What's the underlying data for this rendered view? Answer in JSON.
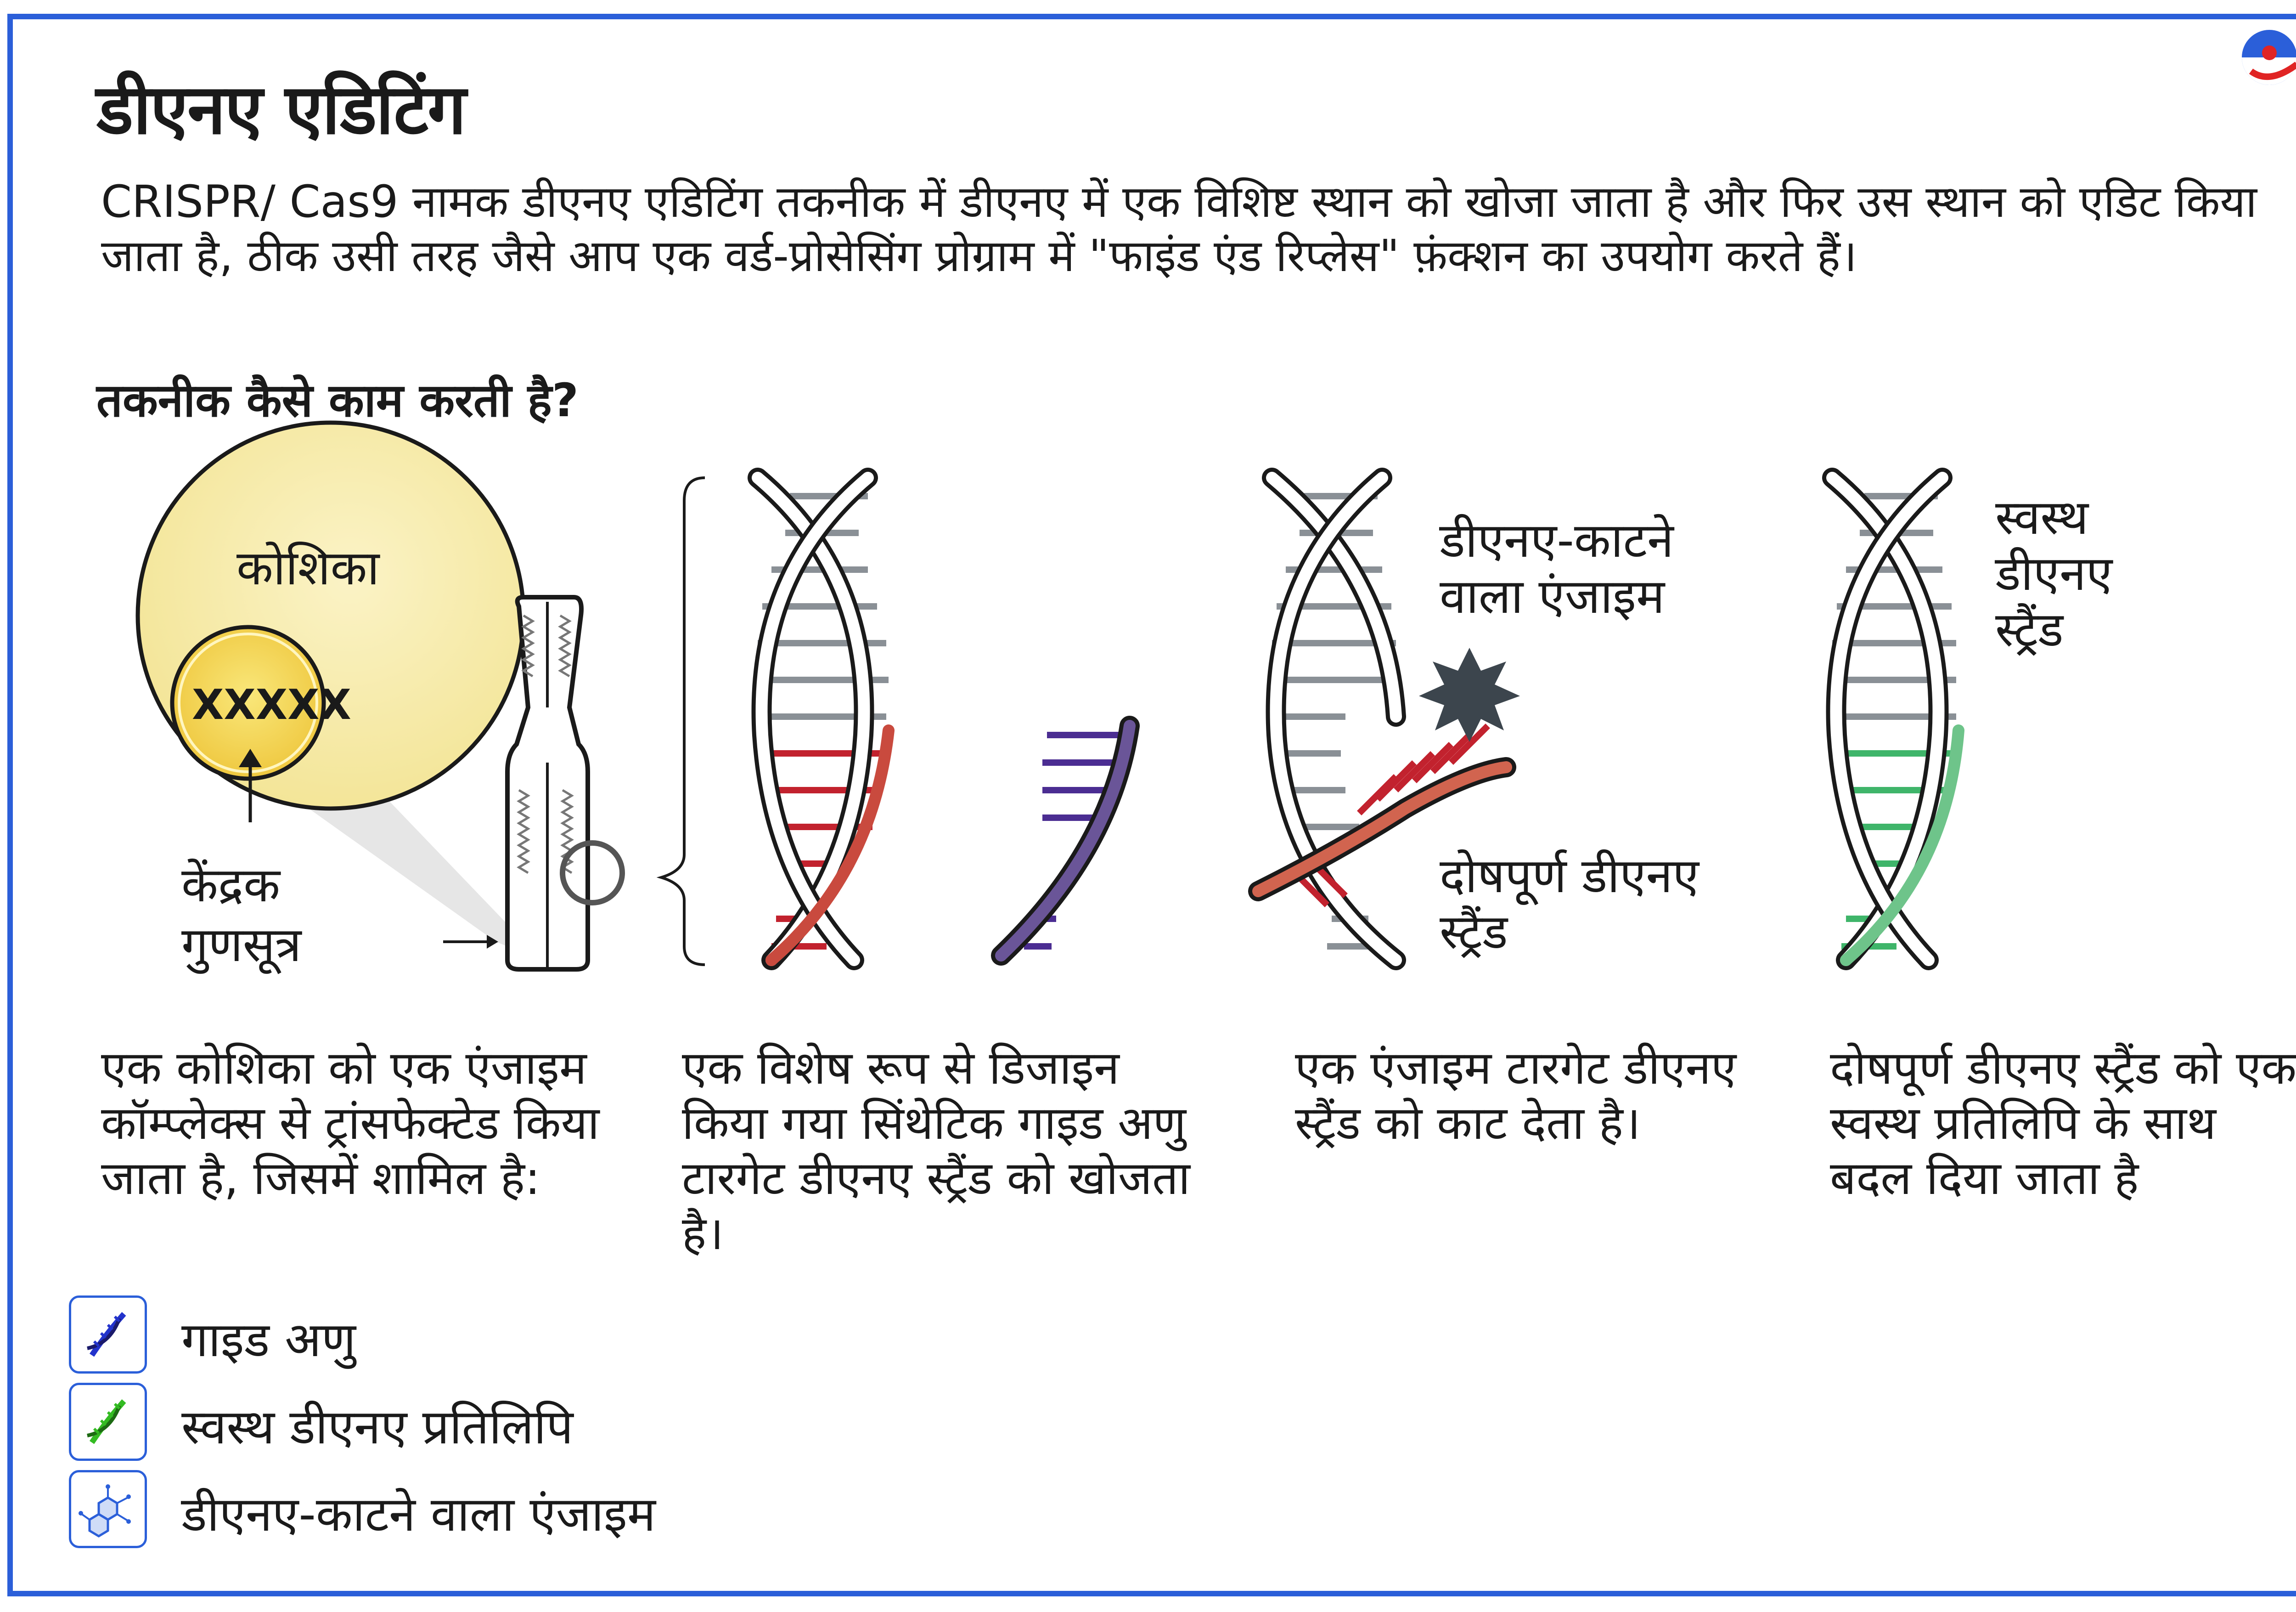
{
  "title": "डीएनए एडिटिंग",
  "intro": "CRISPR/ Cas9 नामक डीएनए एडिटिंग तकनीक में डीएनए में एक विशिष्ट स्थान को खोजा जाता है और फिर उस स्थान को एडिट किया जाता है, ठीक उसी तरह जैसे आप एक वर्ड-प्रोसेसिंग प्रोग्राम में \"फाइंड एंड रिप्लेस\" फ़ंक्शन का उपयोग करते हैं।",
  "subheading": "तकनीक कैसे काम करती है?",
  "labels": {
    "cell": "कोशिका",
    "nucleus": "केंद्रक",
    "chromosome": "गुणसूत्र",
    "enzyme": "डीएनए-काटने वाला एंजाइम",
    "faulty": "दोषपूर्ण डीएनए स्ट्रैंड",
    "healthy": "स्वस्थ डीएनए स्ट्रैंड"
  },
  "captions": [
    "एक कोशिका को एक एंजाइम कॉम्प्लेक्स से ट्रांसफेक्टेड किया जाता है, जिसमें शामिल है:",
    "एक विशेष रूप से डिजाइन किया गया सिंथेटिक गाइड अणु टारगेट डीएनए स्ट्रैंड को खोजता है।",
    "एक एंजाइम टारगेट डीएनए स्ट्रैंड को काट देता है।",
    "दोषपूर्ण डीएनए स्ट्रैंड को एक स्वस्थ प्रतिलिपि के साथ बदल दिया जाता है"
  ],
  "legend": [
    {
      "icon": "dna-icon",
      "label": "गाइड अणु",
      "color": "#2233cc"
    },
    {
      "icon": "dna-icon",
      "label": "स्वस्थ डीएनए प्रतिलिपि",
      "color": "#33bb22"
    },
    {
      "icon": "enzyme-molecule-icon",
      "label": "डीएनए-काटने वाला एंजाइम",
      "color": "#2b5fd9"
    }
  ],
  "colors": {
    "frame": "#2b5fd9",
    "cell": "#f8efb3",
    "nucleus": "#f3d54a",
    "target_strand": "#c94a3e",
    "guide": "#4f3f8f",
    "healthy": "#3fb56a"
  }
}
